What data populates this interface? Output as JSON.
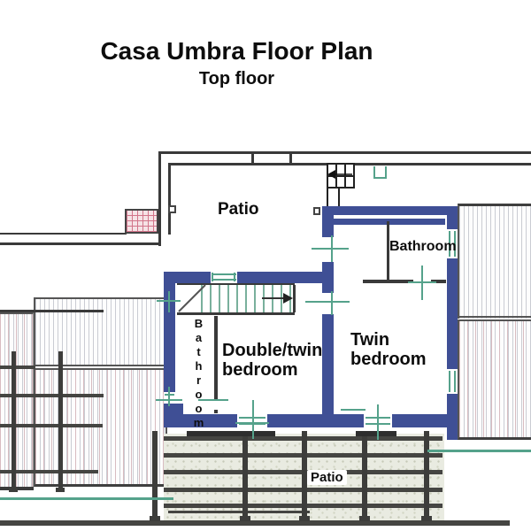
{
  "title": "Casa Umbra Floor Plan",
  "subtitle": "Top floor",
  "labels": {
    "patio_top": "Patio",
    "bathroom_top": "Bathroom",
    "bathroom_side": "Bathroom",
    "double_bedroom_line1": "Double/twin",
    "double_bedroom_line2": "bedroom",
    "twin_bedroom_line1": "Twin",
    "twin_bedroom_line2": "bedroom",
    "patio_bottom": "Patio"
  },
  "colors": {
    "wall_blue": "#3f4f95",
    "wall_dark": "#3a3a3a",
    "marker_green": "#55a28b",
    "roof_line_gray": "#caccd3",
    "roof_line_pink": "#d8bcc1",
    "pergola_dark": "#454542",
    "stipple_bg": "#e9ebe1",
    "skylight_pink": "#d2758a"
  }
}
